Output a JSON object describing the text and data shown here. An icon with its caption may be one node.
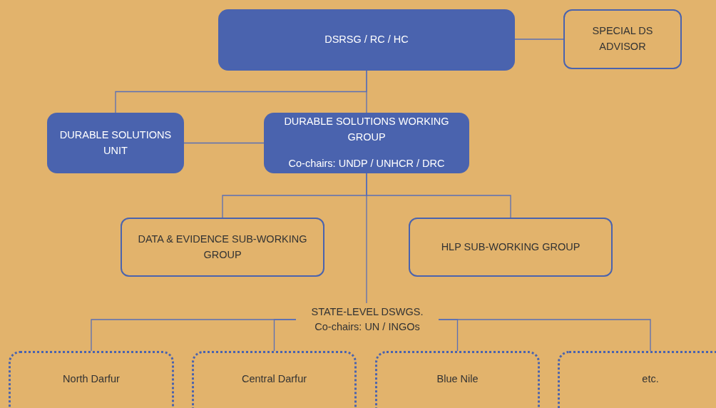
{
  "diagram": {
    "nodes": [
      {
        "text": [
          "DSRSG / RC / HC"
        ]
      },
      {
        "text": [
          "SPECIAL DS ADVISOR"
        ]
      },
      {
        "text": [
          "DURABLE SOLUTIONS UNIT"
        ]
      },
      {
        "text": [
          "DURABLE SOLUTIONS WORKING GROUP",
          "Co-chairs: UNDP / UNHCR / DRC"
        ]
      },
      {
        "text": [
          "DATA & EVIDENCE SUB-WORKING GROUP"
        ]
      },
      {
        "text": [
          "HLP SUB-WORKING GROUP"
        ]
      },
      {
        "text": [
          "STATE-LEVEL DSWGS.",
          "Co-chairs: UN / INGOs"
        ]
      },
      {
        "text": [
          "North Darfur"
        ]
      },
      {
        "text": [
          "Central Darfur"
        ]
      },
      {
        "text": [
          "Blue Nile"
        ]
      },
      {
        "text": [
          "etc."
        ]
      }
    ],
    "edges": [
      {
        "from": 0,
        "to": 1,
        "arrow": "none"
      },
      {
        "from": 0,
        "to": 2,
        "arrow": "none"
      },
      {
        "from": 0,
        "to": 3,
        "arrow": "none"
      },
      {
        "from": 2,
        "to": 3,
        "arrow": "none"
      },
      {
        "from": 3,
        "to": 4,
        "arrow": "none"
      },
      {
        "from": 3,
        "to": 5,
        "arrow": "none"
      },
      {
        "from": 3,
        "to": 6,
        "arrow": "none"
      },
      {
        "from": 6,
        "to": 7,
        "arrow": "none"
      },
      {
        "from": 6,
        "to": 8,
        "arrow": "none"
      },
      {
        "from": 6,
        "to": 9,
        "arrow": "none"
      },
      {
        "from": 6,
        "to": 10,
        "arrow": "none"
      }
    ]
  }
}
